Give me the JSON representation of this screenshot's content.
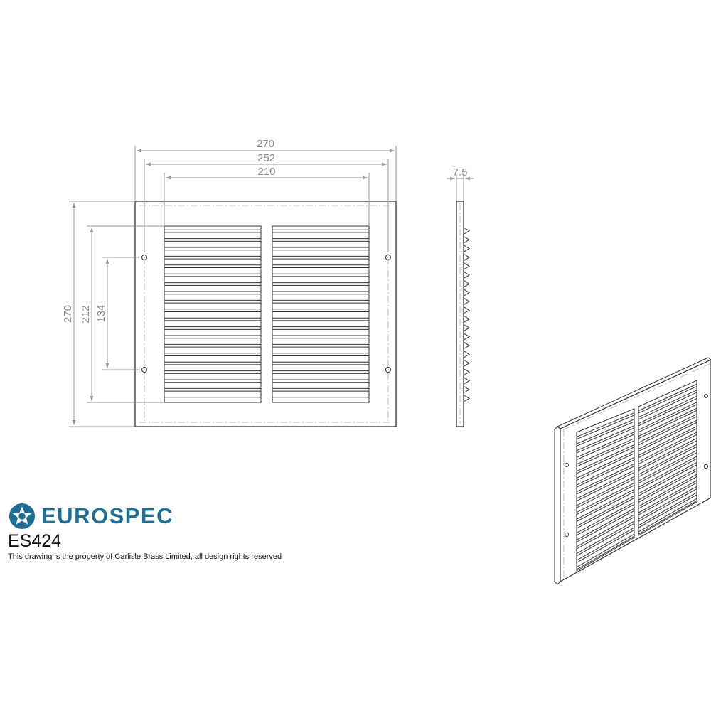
{
  "drawing": {
    "dimensions": {
      "overall_width": "270",
      "fixing_centres_width": "252",
      "grille_width": "210",
      "depth": "7.5",
      "overall_height": "270",
      "grille_height": "212",
      "fixing_centres_height": "134"
    },
    "louvres_per_column": 20
  },
  "brand": {
    "logo_icon": "star-circle-icon",
    "name": "EUROSPEC",
    "color": "#1f6f93"
  },
  "product": {
    "code": "ES424"
  },
  "notice": "This drawing is the property of Carlisle Brass Limited, all design rights reserved"
}
